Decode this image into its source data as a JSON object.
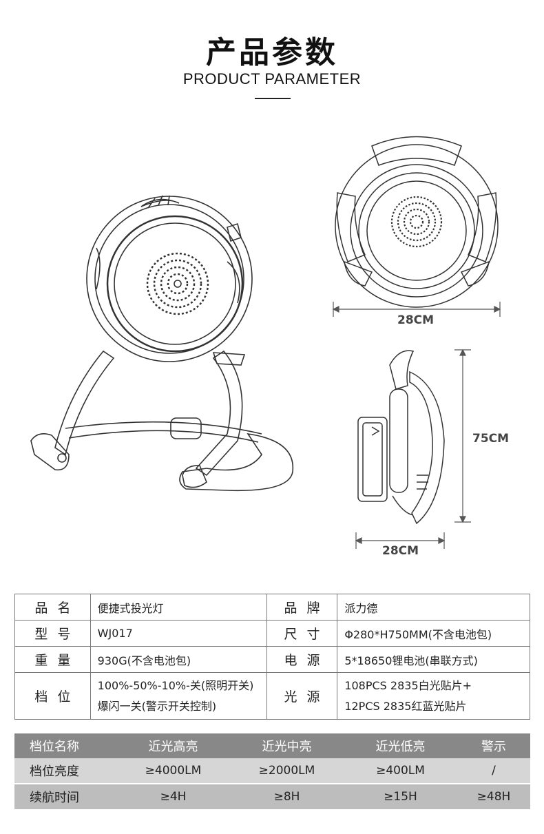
{
  "header": {
    "title_cn": "产品参数",
    "title_en": "PRODUCT PARAMETER"
  },
  "dimensions": {
    "front_width": "28CM",
    "side_height": "75CM",
    "side_depth": "28CM"
  },
  "specs": [
    {
      "label": "品名",
      "value": "便捷式投光灯",
      "label2": "品牌",
      "value2": "派力德"
    },
    {
      "label": "型号",
      "value": "WJ017",
      "label2": "尺寸",
      "value2": "Φ280*H750MM(不含电池包)"
    },
    {
      "label": "重量",
      "value": "930G(不含电池包)",
      "label2": "电源",
      "value2": "5*18650锂电池(串联方式)"
    },
    {
      "label": "档位",
      "value": "100%-50%-10%-关(照明开关)",
      "value_line2": "爆闪一关(警示开关控制)",
      "label2": "光源",
      "value2": "108PCS 2835白光贴片+",
      "value2_line2": "12PCS 2835红蓝光贴片"
    }
  ],
  "modes": {
    "header": [
      "档位名称",
      "近光高亮",
      "近光中亮",
      "近光低亮",
      "警示"
    ],
    "rows": [
      [
        "档位亮度",
        "≥4000LM",
        "≥2000LM",
        "≥400LM",
        "/"
      ],
      [
        "续航时间",
        "≥4H",
        "≥8H",
        "≥15H",
        "≥48H"
      ]
    ]
  }
}
